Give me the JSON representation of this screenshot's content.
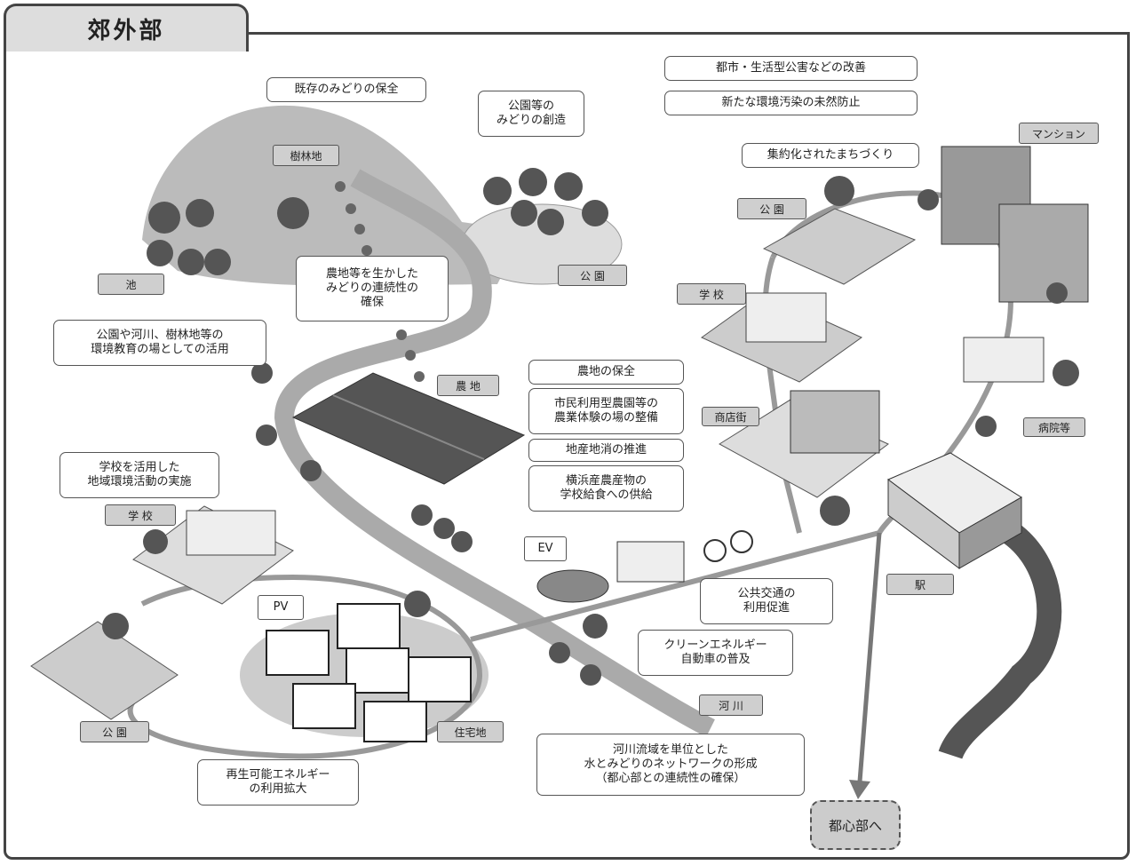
{
  "title": "郊外部",
  "destination": "都心部へ",
  "tags": {
    "forest": "樹林地",
    "pond": "池",
    "park_top": "公 園",
    "farmland": "農 地",
    "school_left": "学 校",
    "park_left": "公 園",
    "residential": "住宅地",
    "river": "河 川",
    "park_right": "公 園",
    "school_right": "学 校",
    "shopping": "商店街",
    "mansion": "マンション",
    "hospital": "病院等",
    "station": "駅",
    "pv": "PV",
    "ev": "EV"
  },
  "notes": {
    "existing_green": "既存のみどりの保全",
    "park_creation": "公園等の\nみどりの創造",
    "pollution_improve": "都市・生活型公害などの改善",
    "pollution_prevent": "新たな環境汚染の未然防止",
    "compact_city": "集約化されたまちづくり",
    "green_continuity": "農地等を生かした\nみどりの連続性の\n確保",
    "env_education": "公園や河川、樹林地等の\n環境教育の場としての活用",
    "farmland_preserve": "農地の保全",
    "farm_experience": "市民利用型農園等の\n農業体験の場の整備",
    "local_consumption": "地産地消の推進",
    "school_lunch": "横浜産農産物の\n学校給食への供給",
    "school_activity": "学校を活用した\n地域環境活動の実施",
    "public_transport": "公共交通の\n利用促進",
    "clean_vehicle": "クリーンエネルギー\n自動車の普及",
    "river_network": "河川流域を単位とした\n水とみどりのネットワークの形成\n（都心部との連続性の確保）",
    "renewable": "再生可能エネルギー\nの利用拡大"
  }
}
